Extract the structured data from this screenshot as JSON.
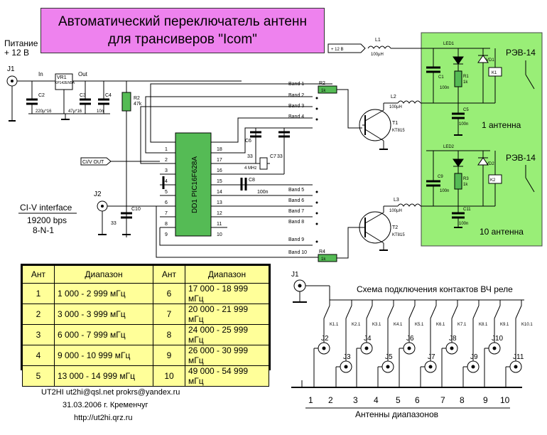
{
  "title": {
    "line1": "Автоматический переключатель антенн",
    "line2": "для трансиверов \"Icom\""
  },
  "power": {
    "label1": "Питание",
    "label2": "+ 12 В",
    "jack": "J1"
  },
  "regulator": {
    "name": "VR1",
    "part": "KP142EN5A",
    "in": "In",
    "out": "Out"
  },
  "caps": {
    "c2": "C2",
    "c2v": "220µ*16",
    "c3": "C3",
    "c3v": "47µ*16",
    "c4": "C4",
    "c4v": "10n",
    "c10": "C10",
    "c10v": "33",
    "c6": "C6",
    "c6v": "33",
    "c7": "C7",
    "c7v": "33",
    "c8": "C8",
    "c8v": "100n"
  },
  "r2": {
    "name": "R2",
    "val": "47k"
  },
  "quartz": "4 MHz",
  "mcu": {
    "label": "DD1 PIC16F628A",
    "left_pins": [
      "1",
      "2",
      "3",
      "4",
      "5",
      "6",
      "7",
      "8",
      "9"
    ],
    "right_pins": [
      "18",
      "17",
      "16",
      "15",
      "14",
      "13",
      "12",
      "11",
      "10"
    ]
  },
  "ciout": "CI/V OUT",
  "civ": {
    "jack": "J2",
    "l1": "CI-V interface",
    "l2": "19200 bps",
    "l3": "8-N-1"
  },
  "bands": [
    "Band 1",
    "Band 2",
    "Band 3",
    "Band 4",
    "Band 5",
    "Band 6",
    "Band 7",
    "Band 8",
    "Band 9",
    "Band 10"
  ],
  "res_r2b": {
    "name": "R2",
    "val": "1k"
  },
  "res_r4": {
    "name": "R4",
    "val": "1k"
  },
  "transistors": {
    "t1": "T1",
    "t1p": "KT815",
    "t2": "T2",
    "t2p": "KT815"
  },
  "inductors": {
    "l1": "L1",
    "l1v": "100µH",
    "l2": "L2",
    "l2v": "100µH",
    "l3": "L3",
    "l3v": "100µH"
  },
  "supply_tag": "+ 12 В",
  "relay_blocks": [
    {
      "relay": "РЭВ-14",
      "led": "LED1",
      "diode": "VD1",
      "coil": "K1",
      "cap1": "C1",
      "cap1v": "100n",
      "res": "R1",
      "resv": "1k",
      "cap2": "C5",
      "cap2v": "100n",
      "caption": "1 антенна"
    },
    {
      "relay": "РЭВ-14",
      "led": "LED2",
      "diode": "VD2",
      "coil": "K2",
      "cap1": "C9",
      "cap1v": "100n",
      "res": "R3",
      "resv": "1k",
      "cap2": "C11",
      "cap2v": "100n",
      "caption": "10 антенна"
    }
  ],
  "table": {
    "headers": [
      "Ант",
      "Диапазон",
      "Ант",
      "Диапазон"
    ],
    "rows": [
      [
        "1",
        "1 000 - 2 999 мГц",
        "6",
        "17 000 - 18 999 мГц"
      ],
      [
        "2",
        "3 000 - 3 999 мГц",
        "7",
        "20 000 - 21 999 мГц"
      ],
      [
        "3",
        "6 000 - 7 999 мГц",
        "8",
        "24 000 - 25 999 мГц"
      ],
      [
        "4",
        "9 000 - 10 999 мГц",
        "9",
        "26 000 - 30 999 мГц"
      ],
      [
        "5",
        "13 000 - 14 999 мГц",
        "10",
        "49 000 - 54 999 мГц"
      ]
    ]
  },
  "relay_scheme": {
    "title": "Схема подключения контактов ВЧ реле",
    "jack": "J1",
    "contacts": [
      "K1.1",
      "K2.1",
      "K3.1",
      "K4.1",
      "K5.1",
      "K6.1",
      "K7.1",
      "K8.1",
      "K9.1",
      "K10.1"
    ],
    "jacks": [
      "J2",
      "J3",
      "J4",
      "J5",
      "J6",
      "J7",
      "J8",
      "J9",
      "J10",
      "J11"
    ],
    "numbers": [
      "1",
      "2",
      "3",
      "4",
      "5",
      "6",
      "7",
      "8",
      "9",
      "10"
    ],
    "caption": "Антенны диапазонов"
  },
  "footer": {
    "l1": "UT2HI  ut2hi@qsl.net    prokrs@yandex.ru",
    "l2": "31.03.2006 г. Кременчуг",
    "l3": "http://ut2hi.qrz.ru"
  },
  "colors": {
    "title_bg": "#ee82ee",
    "relay_bg": "#99ee77",
    "table_bg": "#ffff99",
    "component": "#55bb55"
  }
}
